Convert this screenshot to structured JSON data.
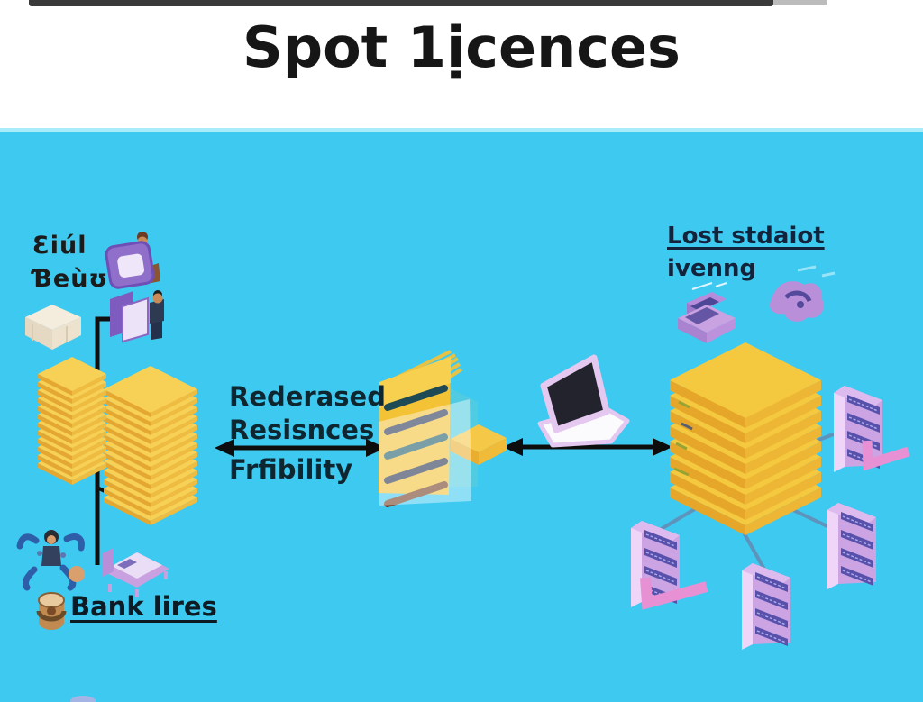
{
  "title": "Spot 1ịcences",
  "labels": {
    "top_left_line1": "Ɛiúl",
    "top_left_line2": "Ɓeùʊ",
    "top_right_line1": "Lost stdaiot",
    "top_right_line2": "ivenng",
    "center_line1": "Rederased",
    "center_line2": "Resisnces",
    "center_line3": "Frfibility",
    "bottom_left": "Bank lires"
  },
  "colors": {
    "background": "#3EC9F0",
    "header": "#FFFFFF",
    "title_text": "#161616",
    "label_text": "#13233B",
    "stack_yellow_top": "#F7D156",
    "stack_yellow_side": "#E4A832",
    "server_purple_face": "#CCA4E4",
    "server_slat": "#5751AB",
    "accent_pink": "#E791D4",
    "arrow_black": "#0D0D0D",
    "connector_blue": "#5E93BB"
  },
  "icons": [
    "person-on-tile-icon",
    "person-with-folder-icon",
    "pallet-box-icon",
    "document-stack-small-icon",
    "document-stack-large-icon",
    "juggler-icon",
    "bed-icon",
    "money-barrel-icon",
    "striped-tower-icon",
    "laptop-icon",
    "printer-icon",
    "game-controller-icon",
    "server-stack-icon",
    "server-tower-icon",
    "corner-bracket-icon",
    "double-arrow-icon"
  ]
}
